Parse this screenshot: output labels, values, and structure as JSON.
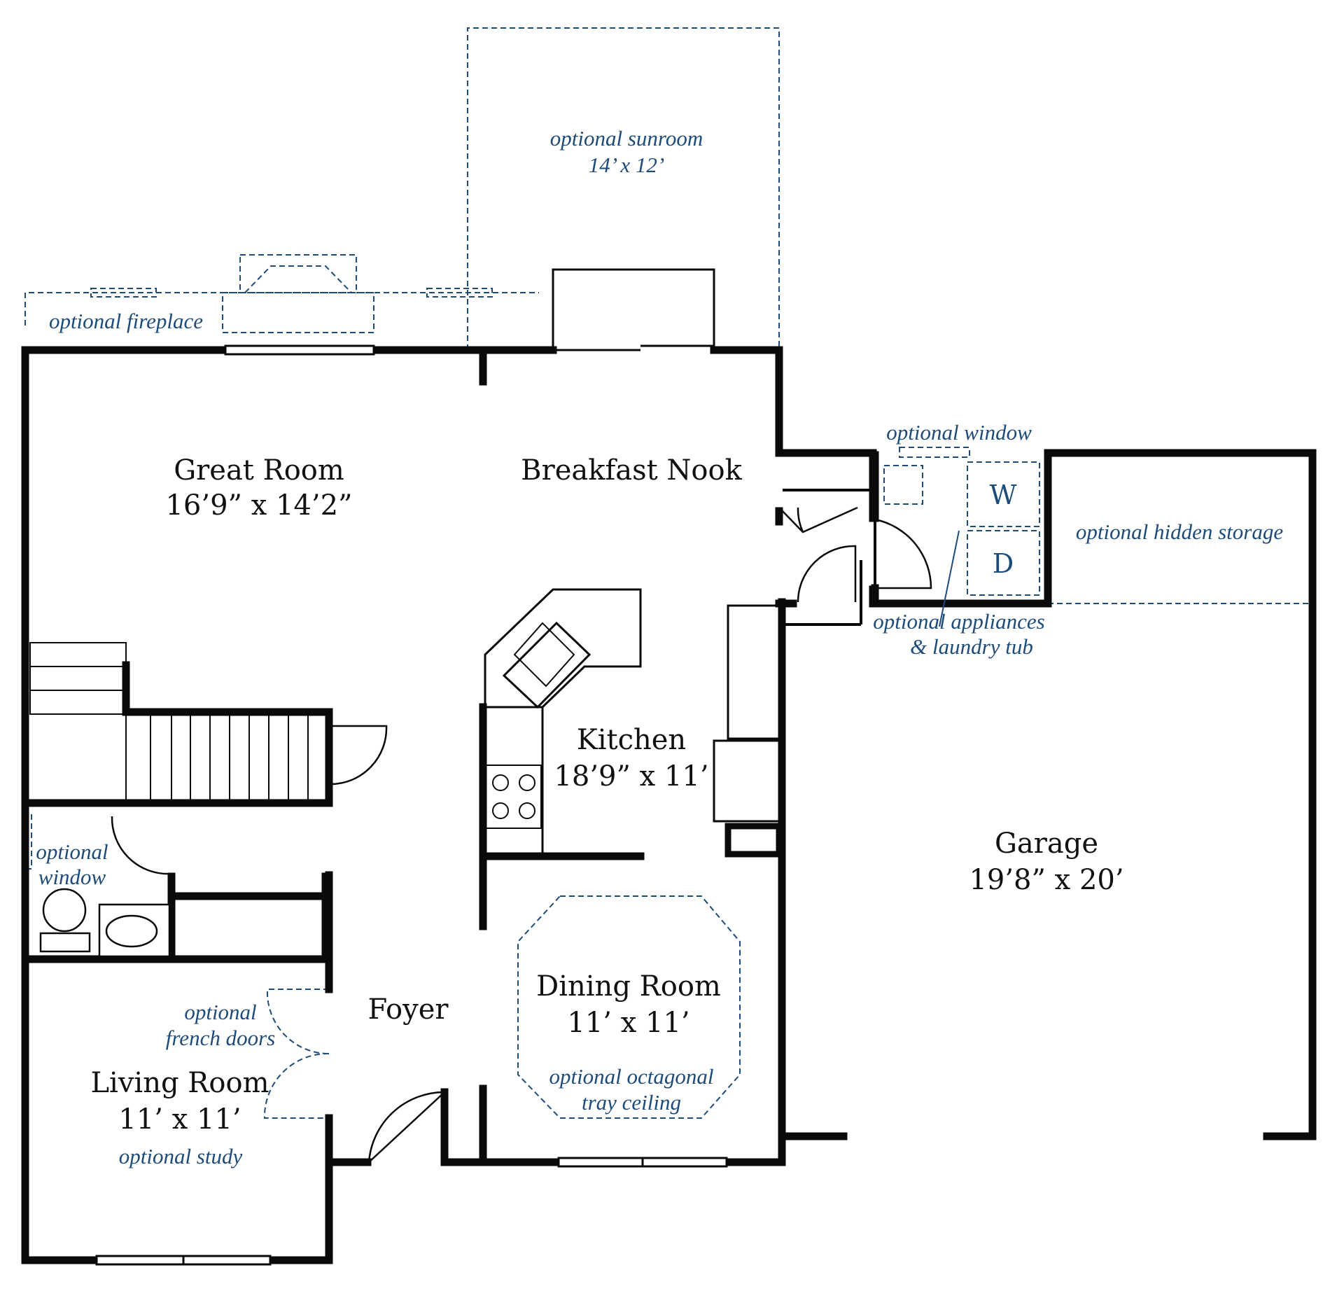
{
  "colors": {
    "wall": "#0a0a0a",
    "optional": "#1d4b7a",
    "background": "#ffffff"
  },
  "rooms": {
    "great_room": {
      "name": "Great Room",
      "size": "16’9” x 14’2”"
    },
    "breakfast_nook": {
      "name": "Breakfast Nook"
    },
    "kitchen": {
      "name": "Kitchen",
      "size": "18’9” x 11’"
    },
    "garage": {
      "name": "Garage",
      "size": "19’8” x 20’"
    },
    "dining_room": {
      "name": "Dining Room",
      "size": "11’ x 11’"
    },
    "foyer": {
      "name": "Foyer"
    },
    "living_room": {
      "name": "Living Room",
      "size": "11’ x 11’"
    }
  },
  "optional_labels": {
    "sunroom": {
      "line1": "optional sunroom",
      "line2": "14’ x 12’"
    },
    "fireplace": "optional fireplace",
    "laundry_window": "optional window",
    "hidden_storage": "optional hidden storage",
    "appliances": {
      "line1": "optional appliances",
      "line2": "& laundry tub"
    },
    "side_window": {
      "line1": "optional",
      "line2": "window"
    },
    "french_doors": {
      "line1": "optional",
      "line2": "french doors"
    },
    "study": "optional study",
    "tray_ceiling": {
      "line1": "optional octagonal",
      "line2": "tray ceiling"
    }
  },
  "laundry": {
    "washer": "W",
    "dryer": "D"
  }
}
